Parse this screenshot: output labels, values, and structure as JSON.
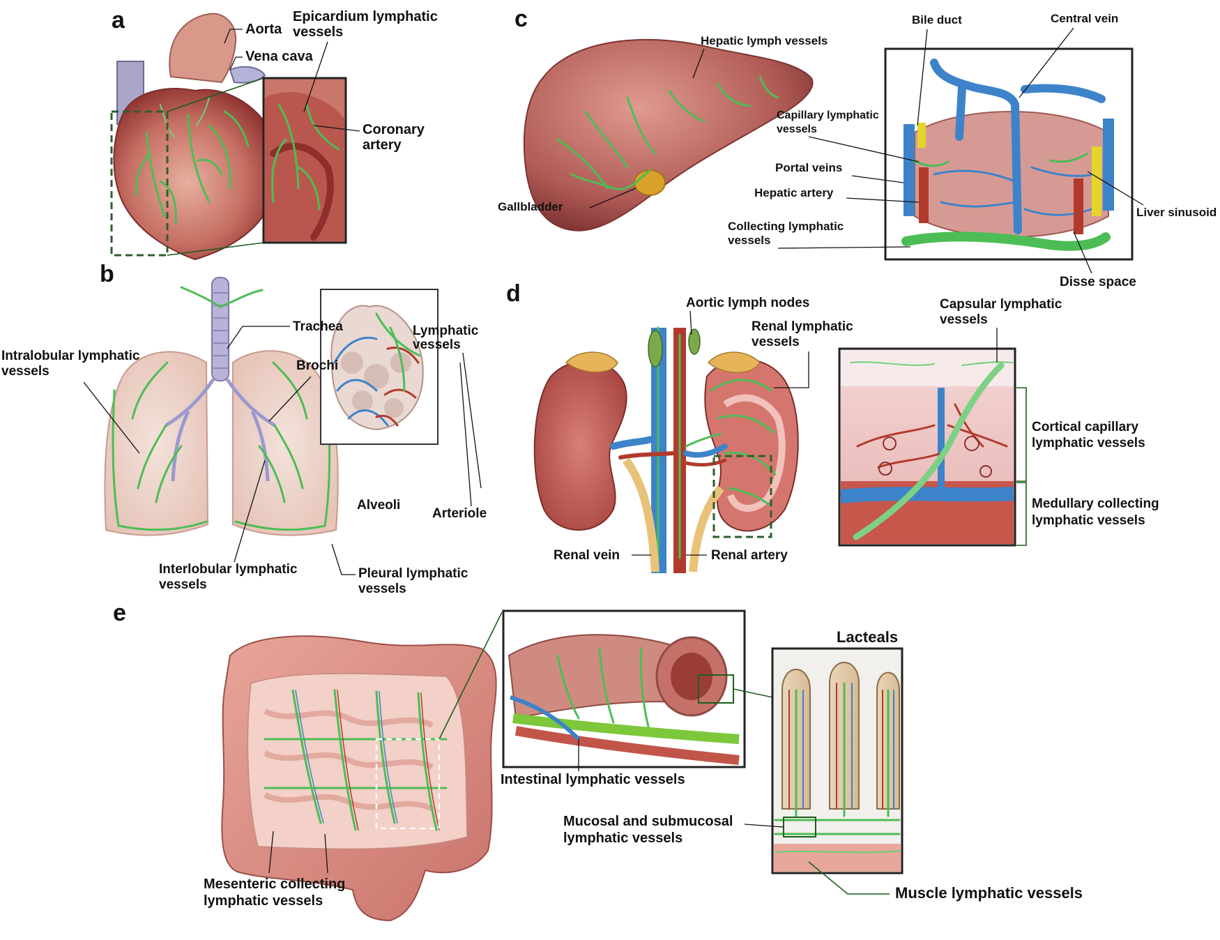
{
  "panels": {
    "a": {
      "letter": "a",
      "aorta": "Aorta",
      "vena_cava": "Vena cava",
      "epicardium_1": "Epicardium lymphatic",
      "epicardium_2": "vessels",
      "coronary_1": "Coronary",
      "coronary_2": "artery"
    },
    "b": {
      "letter": "b",
      "trachea": "Trachea",
      "brochi": "Brochi",
      "intralobular_1": "Intralobular  lymphatic",
      "intralobular_2": "vessels",
      "lymphatic_1": "Lymphatic",
      "lymphatic_2": "vessels",
      "alveoli": "Alveoli",
      "arteriole": "Arteriole",
      "interlobular_1": "Interlobular lymphatic",
      "interlobular_2": "vessels",
      "pleural_1": "Pleural lymphatic",
      "pleural_2": "vessels"
    },
    "c": {
      "letter": "c",
      "hepatic_lymph": "Hepatic lymph vessels",
      "bile_duct": "Bile duct",
      "central_vein": "Central vein",
      "capillary_1": "Capillary lymphatic",
      "capillary_2": "vessels",
      "portal_veins": "Portal veins",
      "hepatic_artery": "Hepatic artery",
      "liver_sinusoid": "Liver sinusoid",
      "gallbladder": "Gallbladder",
      "collecting_1": "Collecting lymphatic",
      "collecting_2": "vessels",
      "disse_space": "Disse space"
    },
    "d": {
      "letter": "d",
      "aortic_nodes": "Aortic lymph nodes",
      "renal_lymph_1": "Renal lymphatic",
      "renal_lymph_2": "vessels",
      "capsular_1": "Capsular lymphatic",
      "capsular_2": "vessels",
      "cortical_1": "Cortical capillary",
      "cortical_2": "lymphatic vessels",
      "medullary_1": "Medullary collecting",
      "medullary_2": "lymphatic vessels",
      "renal_vein": "Renal vein",
      "renal_artery": "Renal artery"
    },
    "e": {
      "letter": "e",
      "lacteals": "Lacteals",
      "intestinal": "Intestinal lymphatic vessels",
      "mucosal_1": "Mucosal and submucosal",
      "mucosal_2": "lymphatic vessels",
      "mesenteric_1": "Mesenteric collecting",
      "mesenteric_2": "lymphatic vessels",
      "muscle": "Muscle lymphatic vessels"
    }
  },
  "colors": {
    "lymphatic": "#4cbd55",
    "vein": "#3d83c9",
    "artery": "#b23a2c",
    "tissue_pink": "#d9928a",
    "leader_green": "#1c5e1c"
  }
}
